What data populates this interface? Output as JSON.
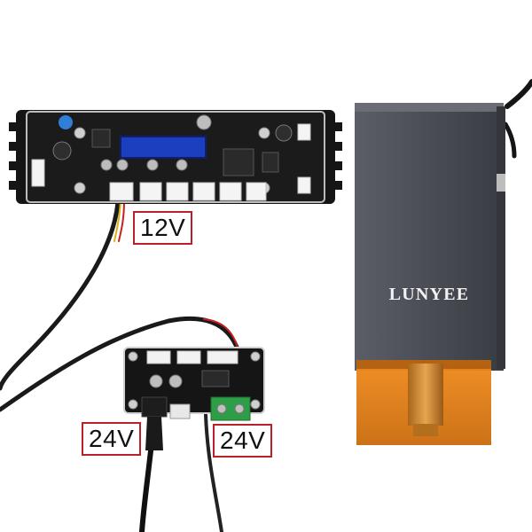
{
  "labels": {
    "main_board_voltage": "12V",
    "driver_input_voltage": "24V",
    "driver_output_voltage": "24V"
  },
  "laser_module": {
    "brand": "LUNYEE"
  },
  "colors": {
    "label_border": "#b8202a",
    "pcb": "#111111",
    "laser_body": "#4a4d55",
    "laser_shield": "#e07a10",
    "terminal_block": "#2e9d47",
    "lcd": "#1c3fbf"
  }
}
